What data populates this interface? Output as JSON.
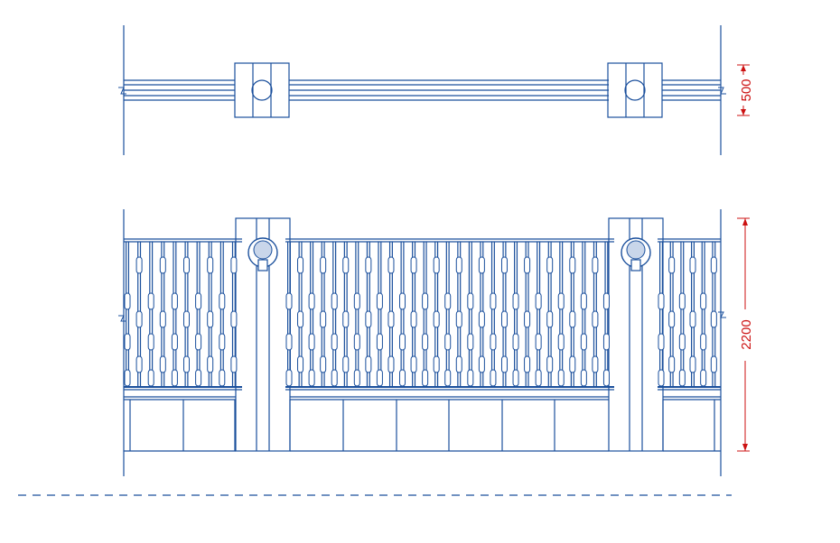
{
  "drawing": {
    "line_color": "#1a4f9c",
    "dimension_color": "#cc1111",
    "dimensions": {
      "plan_depth": "500",
      "elevation_height": "2200"
    },
    "views": [
      "plan-view",
      "front-elevation"
    ]
  }
}
